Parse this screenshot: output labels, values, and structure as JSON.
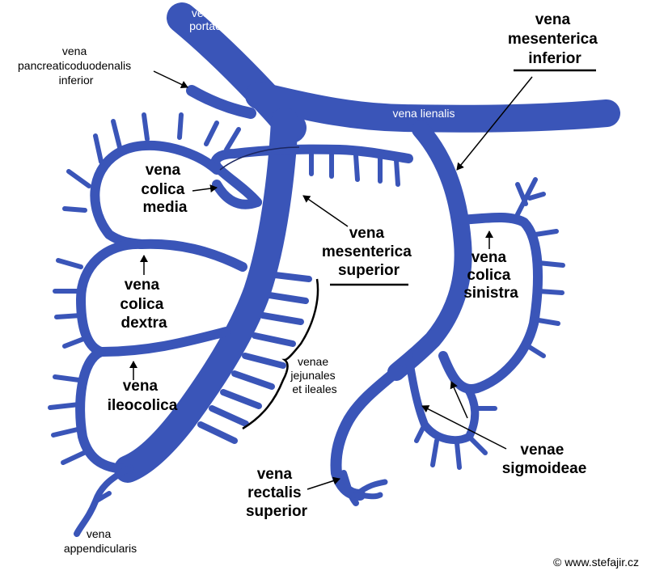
{
  "colors": {
    "vein": "#3a55b8",
    "vein_dark": "#24378a",
    "ink": "#000000"
  },
  "labels": {
    "vena_portae": [
      "vena",
      "portae"
    ],
    "pancreaticoduodenalis": [
      "vena",
      "pancreaticoduodenalis",
      "inferior"
    ],
    "mesenterica_inferior": [
      "vena",
      "mesenterica",
      "inferior"
    ],
    "lienalis": "vena lienalis",
    "colica_media": [
      "vena",
      "colica",
      "media"
    ],
    "mesenterica_superior": [
      "vena",
      "mesenterica",
      "superior"
    ],
    "colica_dextra": [
      "vena",
      "colica",
      "dextra"
    ],
    "colica_sinistra": [
      "vena",
      "colica",
      "sinistra"
    ],
    "jejunales": [
      "venae",
      "jejunales",
      "et ileales"
    ],
    "ileocolica": [
      "vena",
      "ileocolica"
    ],
    "sigmoideae": [
      "venae",
      "sigmoideae"
    ],
    "rectalis_superior": [
      "vena",
      "rectalis",
      "superior"
    ],
    "appendicularis": [
      "vena",
      "appendicularis"
    ],
    "copyright": "© www.stefajir.cz"
  }
}
